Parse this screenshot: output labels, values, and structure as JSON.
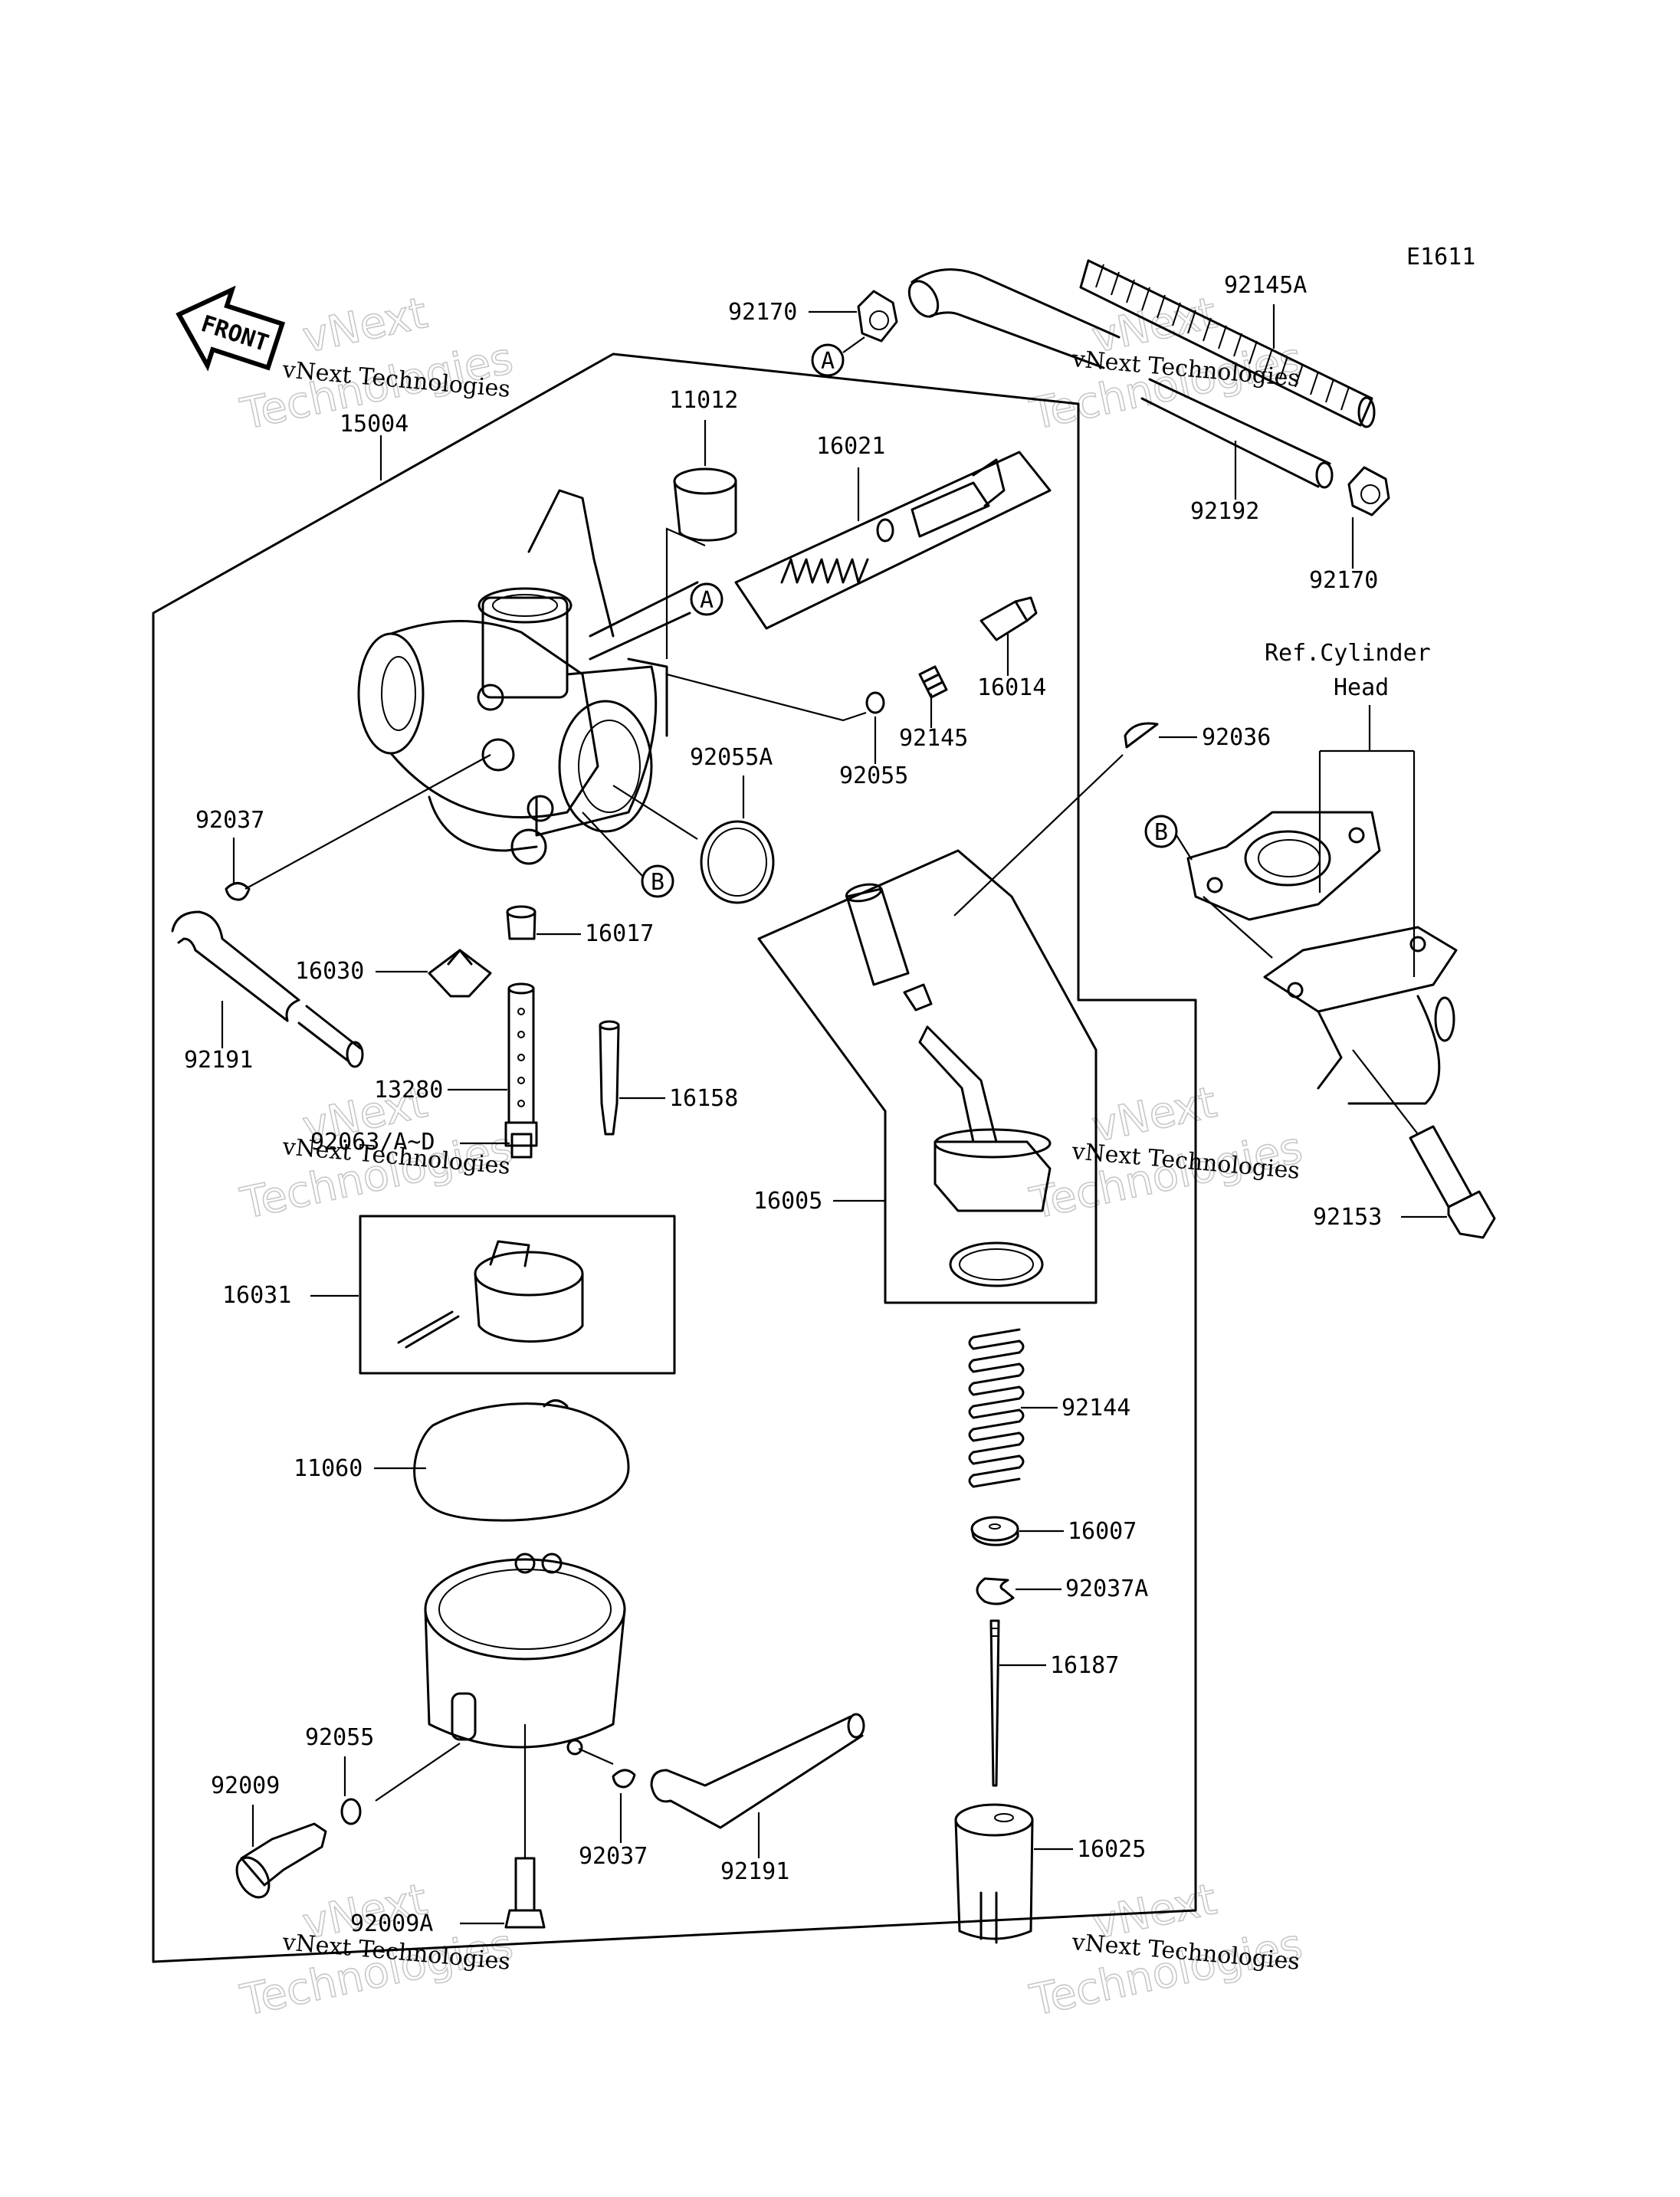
{
  "diagram_code": "E1611",
  "front_label": "FRONT",
  "ref_label": {
    "line1": "Ref.Cylinder",
    "line2": "Head"
  },
  "callout_letters": {
    "a": "A",
    "b": "B"
  },
  "watermark": {
    "line1": "vNext",
    "line2": "Technologies",
    "caption": "vNext Technologies"
  },
  "part_labels": {
    "p15004": "15004",
    "p11012": "11012",
    "p16021": "16021",
    "p16014": "16014",
    "p92145": "92145",
    "p92055_top": "92055",
    "p92055A": "92055A",
    "p92037_left": "92037",
    "p16017": "16017",
    "p16030": "16030",
    "p92191_left": "92191",
    "p13280": "13280",
    "p16158": "16158",
    "p92063": "92063/A~D",
    "p16031": "16031",
    "p11060": "11060",
    "p92055_bottom": "92055",
    "p92009": "92009",
    "p92037_bottom": "92037",
    "p92191_bottom": "92191",
    "p92009A": "92009A",
    "p92170_top": "92170",
    "p92145A": "92145A",
    "p92192": "92192",
    "p92170_right": "92170",
    "p92036": "92036",
    "p16005": "16005",
    "p92153": "92153",
    "p92144": "92144",
    "p16007": "16007",
    "p92037A": "92037A",
    "p16187": "16187",
    "p16025": "16025"
  }
}
